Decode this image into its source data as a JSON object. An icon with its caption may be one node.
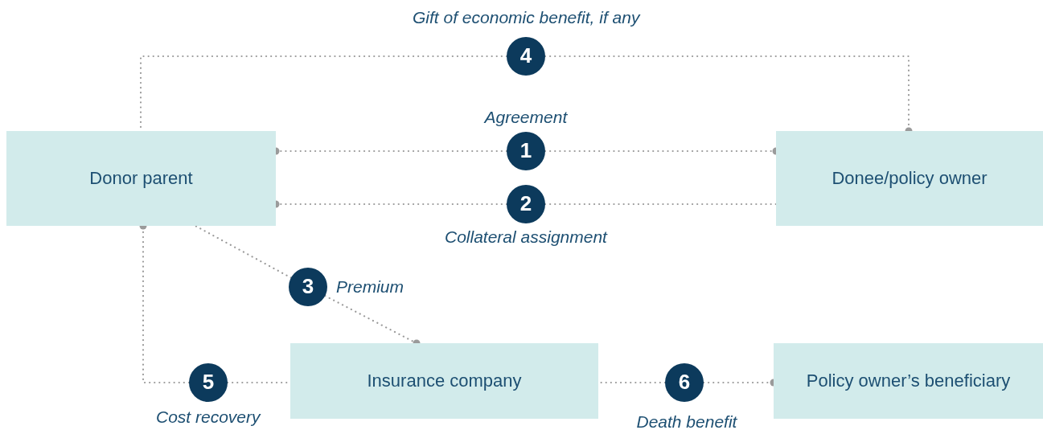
{
  "diagram": {
    "nodes": [
      {
        "text": [
          "Donor parent"
        ]
      },
      {
        "text": [
          "Donee/policy owner"
        ]
      },
      {
        "text": [
          "Insurance company"
        ]
      },
      {
        "text": [
          "Policy owner’s beneficiary"
        ]
      },
      {
        "text": [
          "4"
        ],
        "beside": [
          "Gift of economic benefit, if any"
        ]
      },
      {
        "text": [
          "1"
        ],
        "beside": [
          "Agreement"
        ]
      },
      {
        "text": [
          "2"
        ],
        "beside": [
          "Collateral assignment"
        ]
      },
      {
        "text": [
          "3"
        ],
        "beside": [
          "Premium"
        ]
      },
      {
        "text": [
          "5"
        ],
        "beside": [
          "Cost recovery"
        ]
      },
      {
        "text": [
          "6"
        ],
        "beside": [
          "Death benefit"
        ]
      }
    ],
    "edges": [
      {
        "from": 5,
        "to": 0,
        "arrow": "other",
        "style": "dashed"
      },
      {
        "from": 5,
        "to": 1,
        "arrow": "other",
        "style": "dashed"
      },
      {
        "from": 6,
        "to": 0,
        "arrow": "other",
        "style": "dashed"
      },
      {
        "from": 6,
        "to": 1,
        "arrow": "none",
        "style": "dashed"
      },
      {
        "from": 4,
        "to": 0,
        "arrow": "none",
        "style": "dashed"
      },
      {
        "from": 4,
        "to": 1,
        "arrow": "other",
        "style": "dashed"
      },
      {
        "from": 7,
        "to": 0,
        "arrow": "none",
        "style": "dashed"
      },
      {
        "from": 7,
        "to": 2,
        "arrow": "other",
        "style": "dashed"
      },
      {
        "from": 8,
        "to": 0,
        "arrow": "other",
        "style": "dashed"
      },
      {
        "from": 8,
        "to": 2,
        "arrow": "none",
        "style": "dashed"
      },
      {
        "from": 9,
        "to": 2,
        "arrow": "none",
        "style": "dashed"
      },
      {
        "from": 9,
        "to": 3,
        "arrow": "other",
        "style": "dashed"
      }
    ]
  }
}
